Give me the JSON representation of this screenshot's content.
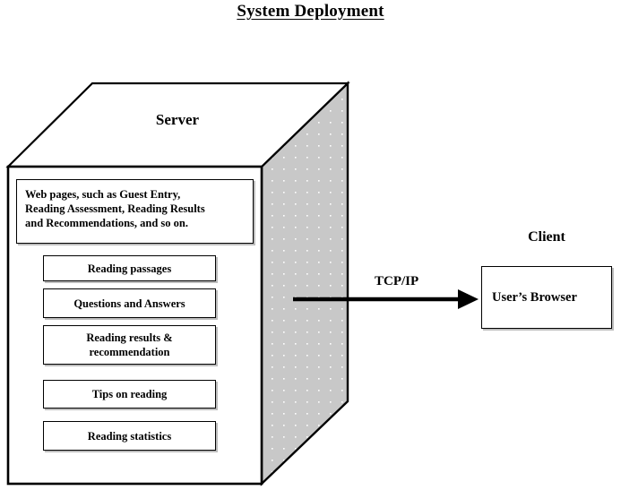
{
  "diagram": {
    "title": "System Deployment",
    "server": {
      "label": "Server",
      "webpages_note": {
        "line1": "Web pages, such as Guest Entry,",
        "line2": "Reading Assessment, Reading Results",
        "line3": "and Recommendations, and so on."
      },
      "components": [
        {
          "id": "reading-passages",
          "label": "Reading passages"
        },
        {
          "id": "questions-answers",
          "label": "Questions and Answers"
        },
        {
          "id": "results-recommendation",
          "line1": "Reading results &",
          "line2": "recommendation"
        },
        {
          "id": "tips-reading",
          "label": "Tips on reading"
        },
        {
          "id": "reading-statistics",
          "label": "Reading statistics"
        }
      ]
    },
    "connector": {
      "label": "TCP/IP",
      "direction": "server-to-client"
    },
    "client": {
      "label": "Client",
      "box_label": "User’s Browser"
    },
    "colors": {
      "stroke": "#000000",
      "side_face_fill": "#c8c8c8",
      "side_face_dots": "#ffffff",
      "panel_shadow": "#bdbdbd",
      "background": "#ffffff"
    }
  }
}
